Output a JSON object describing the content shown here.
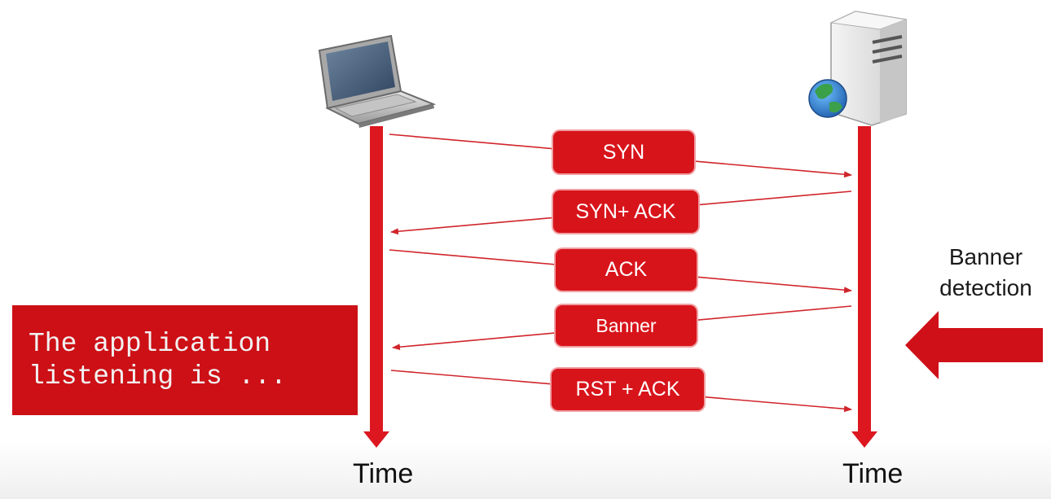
{
  "colors": {
    "accent": "#d8141b",
    "message_line": "#d0252b",
    "callout_box": "#cc1016"
  },
  "icons": {
    "client": "laptop-icon",
    "server": "server-with-globe-icon"
  },
  "client": {
    "axis_label": "Time"
  },
  "server": {
    "axis_label": "Time"
  },
  "messages": [
    {
      "label": "SYN",
      "direction": "client-to-server"
    },
    {
      "label": "SYN+ ACK",
      "direction": "server-to-client"
    },
    {
      "label": "ACK",
      "direction": "client-to-server"
    },
    {
      "label": "Banner",
      "direction": "server-to-client"
    },
    {
      "label": "RST + ACK",
      "direction": "client-to-server"
    }
  ],
  "annotation": {
    "line1": "Banner",
    "line2": "detection",
    "arrow_direction": "left"
  },
  "callout": {
    "line1": "The application",
    "line2": "listening is ..."
  }
}
